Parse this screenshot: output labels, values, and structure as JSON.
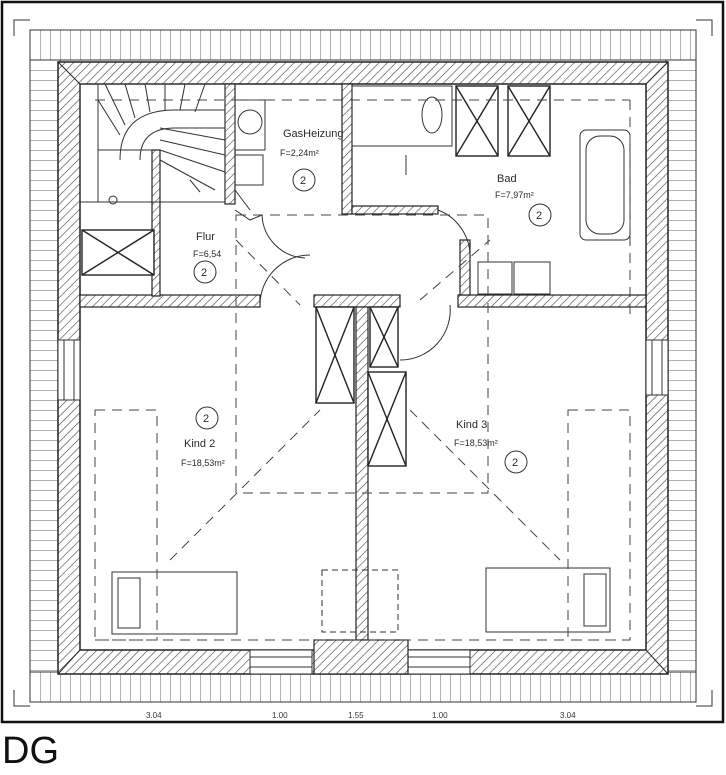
{
  "caption": "DG",
  "rooms": [
    {
      "id": "gasheizung",
      "name": "GasHeizung",
      "area": "F=2,24m²",
      "mark": "2"
    },
    {
      "id": "bad",
      "name": "Bad",
      "area": "F=7,97m²",
      "mark": "2"
    },
    {
      "id": "flur",
      "name": "Flur",
      "area": "F=6,54",
      "mark": "2"
    },
    {
      "id": "kind2",
      "name": "Kind 2",
      "area": "F=18,53m²",
      "mark": "2"
    },
    {
      "id": "kind3",
      "name": "Kind 3",
      "area": "F=18,53m²",
      "mark": "2"
    }
  ],
  "dimensions": [
    "3.04",
    "1.00",
    "1.55",
    "1.00",
    "3.04"
  ],
  "colors": {
    "line": "#2b2b2b",
    "frame": "#111111",
    "paper": "#ffffff"
  }
}
